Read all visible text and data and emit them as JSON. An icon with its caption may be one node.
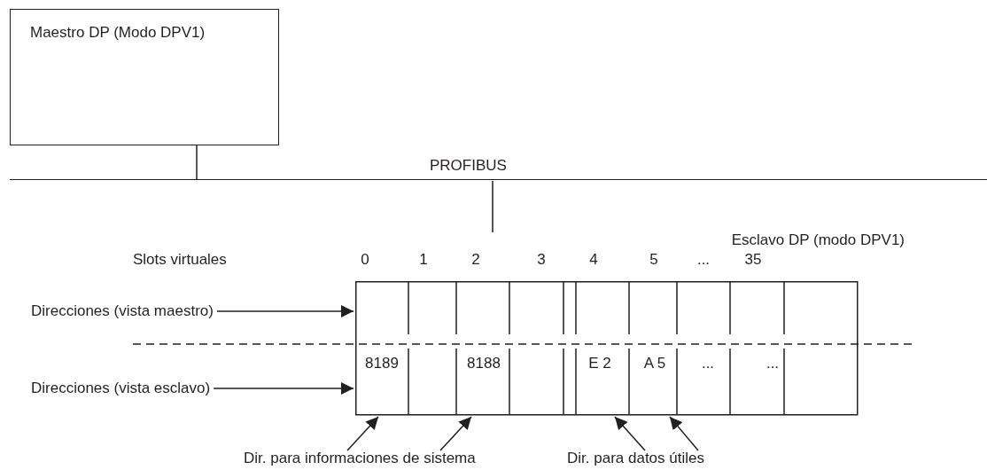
{
  "diagram": {
    "nodes": [
      {
        "text": [
          "Maestro DP (Modo DPV1)"
        ]
      },
      {
        "text": [
          "PROFIBUS"
        ]
      },
      {
        "text": [
          "Esclavo DP (modo DPV1)"
        ]
      },
      {
        "text": [
          "Direcciones (vista maestro)"
        ]
      },
      {
        "text": [
          "Direcciones (vista esclavo)"
        ]
      },
      {
        "text": [
          "Dir. para informaciones de sistema"
        ]
      },
      {
        "text": [
          "Dir. para datos útiles"
        ]
      }
    ],
    "edges": [
      {
        "from": 0,
        "to": 1,
        "arrow": "none"
      },
      {
        "from": 1,
        "to": 2,
        "arrow": "none"
      },
      {
        "from": 3,
        "to": 2,
        "arrow": "to"
      },
      {
        "from": 4,
        "to": 2,
        "arrow": "to"
      },
      {
        "from": 5,
        "to": 2,
        "arrow": "to"
      },
      {
        "from": 5,
        "to": 2,
        "arrow": "to"
      },
      {
        "from": 6,
        "to": 2,
        "arrow": "to"
      },
      {
        "from": 6,
        "to": 2,
        "arrow": "to"
      }
    ],
    "labels": [
      "Slots virtuales",
      "0",
      "1",
      "2",
      "3",
      "4",
      "5",
      "...",
      "35",
      "8189",
      "8188",
      "E 2",
      "A 5",
      "...",
      "..."
    ]
  }
}
